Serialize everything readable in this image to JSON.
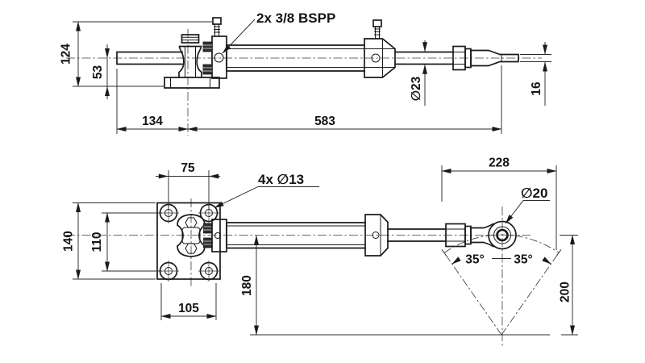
{
  "drawing": {
    "side_view": {
      "ports_label": "2x 3/8 BSPP",
      "overall_height": "124",
      "axis_height": "53",
      "rod_extension": "134",
      "body_length": "583",
      "rod_diameter": "∅23",
      "tip_diameter": "16"
    },
    "plan_view": {
      "mount_holes_label": "4x ∅13",
      "flange_height": "140",
      "hole_spacing_vertical": "110",
      "hole_spacing_horizontal": "75",
      "flange_width": "105",
      "axis_to_pivot_line": "180",
      "swing_width": "228",
      "swing_radius": "200",
      "ball_bore_diameter": "∅20",
      "swing_angle_left": "35°",
      "swing_angle_right": "35°"
    },
    "colors": {
      "line": "#1a1a1a",
      "dimension": "#2b2b2b",
      "background": "#ffffff"
    }
  }
}
